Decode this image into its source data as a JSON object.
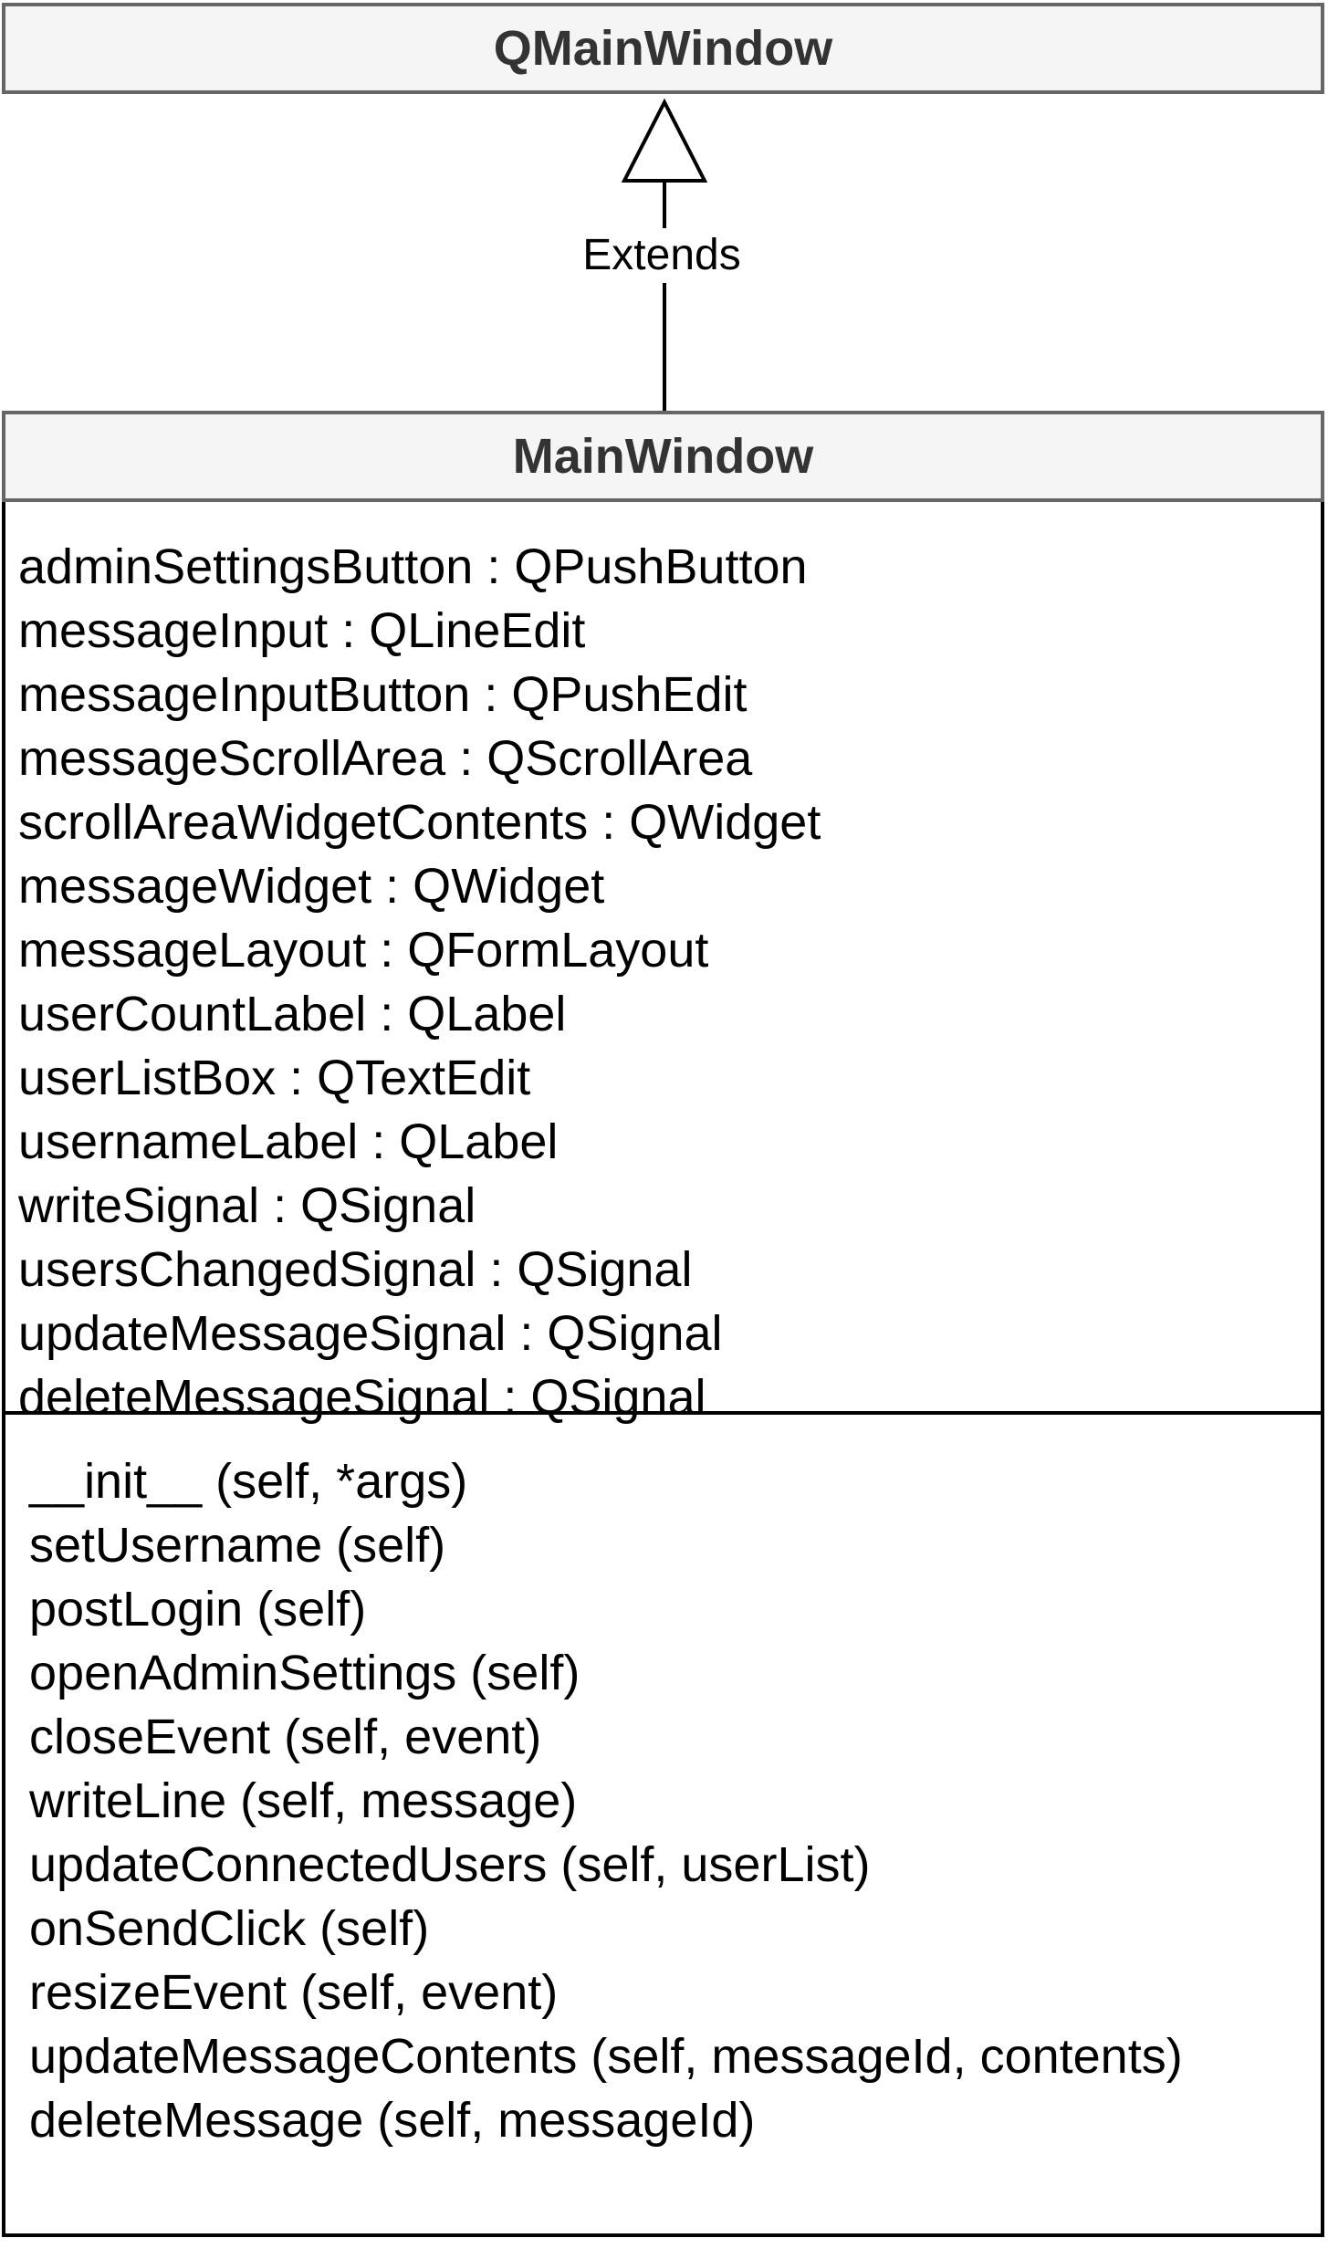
{
  "diagram": {
    "parent_class": {
      "name": "QMainWindow"
    },
    "relation": {
      "label": "Extends"
    },
    "class": {
      "name": "MainWindow",
      "attributes": [
        "adminSettingsButton : QPushButton",
        "messageInput : QLineEdit",
        "messageInputButton : QPushEdit",
        "messageScrollArea : QScrollArea",
        "scrollAreaWidgetContents : QWidget",
        "messageWidget : QWidget",
        "messageLayout : QFormLayout",
        "userCountLabel : QLabel",
        "userListBox : QTextEdit",
        "usernameLabel : QLabel",
        "writeSignal : QSignal",
        "usersChangedSignal : QSignal",
        "updateMessageSignal : QSignal",
        "deleteMessageSignal : QSignal"
      ],
      "methods": [
        "__init__ (self, *args)",
        "setUsername (self)",
        "postLogin (self)",
        "openAdminSettings (self)",
        "closeEvent (self, event)",
        "writeLine (self, message)",
        "updateConnectedUsers (self, userList)",
        "onSendClick (self)",
        "resizeEvent (self, event)",
        "updateMessageContents (self, messageId, contents)",
        "deleteMessage (self, messageId)"
      ]
    }
  }
}
